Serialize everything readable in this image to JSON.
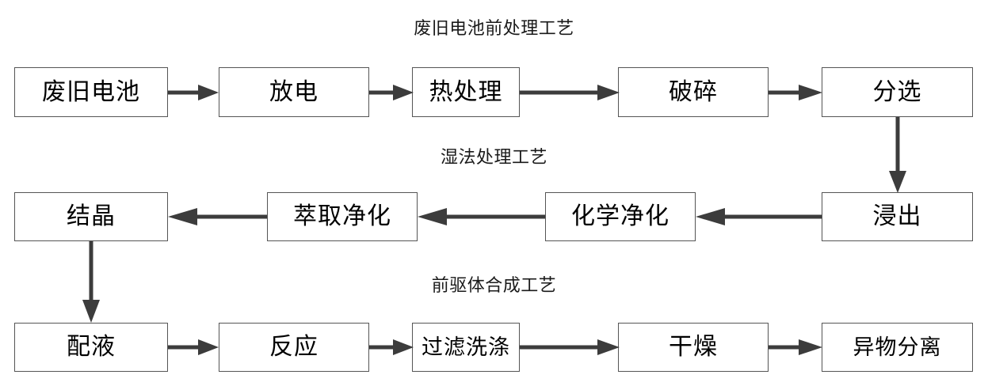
{
  "diagram": {
    "title_color": "#1a1a1a",
    "box_border_color": "#555555",
    "arrow_color": "#3c3c3c",
    "background": "#ffffff"
  },
  "sections": [
    {
      "id": "pretreatment",
      "label": "废旧电池前处理工艺"
    },
    {
      "id": "hydrometallurgy",
      "label": "湿法处理工艺"
    },
    {
      "id": "precursor",
      "label": "前驱体合成工艺"
    }
  ],
  "row1": {
    "nodes": [
      {
        "id": "waste-battery",
        "label": "废旧电池"
      },
      {
        "id": "discharge",
        "label": "放电"
      },
      {
        "id": "heat-treatment",
        "label": "热处理"
      },
      {
        "id": "crushing",
        "label": "破碎"
      },
      {
        "id": "sorting",
        "label": "分选"
      }
    ]
  },
  "row2": {
    "nodes": [
      {
        "id": "crystallization",
        "label": "结晶"
      },
      {
        "id": "extraction-purification",
        "label": "萃取净化"
      },
      {
        "id": "chemical-purification",
        "label": "化学净化"
      },
      {
        "id": "leaching",
        "label": "浸出"
      }
    ]
  },
  "row3": {
    "nodes": [
      {
        "id": "solution-preparation",
        "label": "配液"
      },
      {
        "id": "reaction",
        "label": "反应"
      },
      {
        "id": "filtration-washing",
        "label": "过滤洗涤"
      },
      {
        "id": "drying",
        "label": "干燥"
      },
      {
        "id": "foreign-matter-separation",
        "label": "异物分离"
      }
    ]
  },
  "connectors": [
    {
      "id": "waste-battery-to-discharge",
      "direction": "right"
    },
    {
      "id": "discharge-to-heat-treatment",
      "direction": "right"
    },
    {
      "id": "heat-treatment-to-crushing",
      "direction": "right"
    },
    {
      "id": "crushing-to-sorting",
      "direction": "right"
    },
    {
      "id": "sorting-to-leaching",
      "direction": "down"
    },
    {
      "id": "leaching-to-chemical-purification",
      "direction": "left"
    },
    {
      "id": "chemical-purification-to-extraction-purification",
      "direction": "left"
    },
    {
      "id": "extraction-purification-to-crystallization",
      "direction": "left"
    },
    {
      "id": "crystallization-to-solution-preparation",
      "direction": "down"
    },
    {
      "id": "solution-preparation-to-reaction",
      "direction": "right"
    },
    {
      "id": "reaction-to-filtration-washing",
      "direction": "right"
    },
    {
      "id": "filtration-washing-to-drying",
      "direction": "right"
    },
    {
      "id": "drying-to-foreign-matter-separation",
      "direction": "right"
    }
  ]
}
